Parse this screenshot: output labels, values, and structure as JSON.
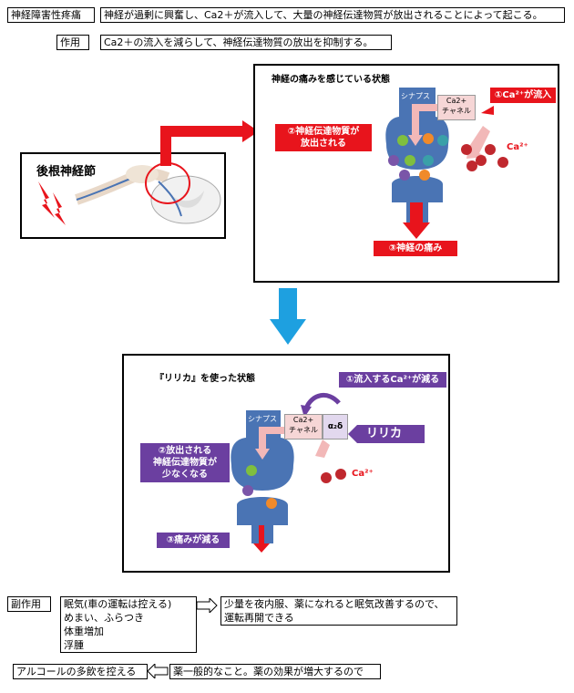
{
  "header": {
    "topic_label": "神経障害性疼痛",
    "topic_text": "神経が過剰に興奮し、Ca2＋が流入して、大量の神経伝達物質が放出されることによって起こる。",
    "action_label": "作用",
    "action_text": "Ca2＋の流入を減らして、神経伝達物質の放出を抑制する。"
  },
  "left_figure": {
    "label": "後根神経節"
  },
  "panel1": {
    "title": "神経の痛みを感じている状態",
    "synapse": "シナプス",
    "ca_channel_top": "Ca2+",
    "ca_channel_bottom": "チャネル",
    "step1": "①Ca²⁺が流入",
    "step2_line1": "②神経伝達物質が",
    "step2_line2": "放出される",
    "step3": "③神経の痛み",
    "ca_ion": "Ca²⁺"
  },
  "panel2": {
    "title": "『リリカ』を使った状態",
    "synapse": "シナプス",
    "ca_channel_top": "Ca2+",
    "ca_channel_bottom": "チャネル",
    "a2d": "α₂δ",
    "drug": "リリカ",
    "step1": "①流入するCa²⁺が減る",
    "step2_line1": "②放出される",
    "step2_line2": "神経伝達物質が",
    "step2_line3": "少なくなる",
    "step3": "③痛みが減る",
    "ca_ion": "Ca²⁺"
  },
  "side_effects": {
    "label": "副作用",
    "items": [
      "眠気(車の運転は控える)",
      "めまい、ふらつき",
      "体重増加",
      "浮腫"
    ],
    "note_line1": "少量を夜内服、薬になれると眠気改善するので、",
    "note_line2": "運転再開できる"
  },
  "alcohol": {
    "advice": "アルコールの多飲を控える",
    "reason": "薬一般的なこと。薬の効果が増大するので"
  },
  "colors": {
    "red": "#e8141c",
    "purple": "#6b3fa0",
    "blue": "#4a74b4",
    "cyan": "#1ea0e0"
  }
}
